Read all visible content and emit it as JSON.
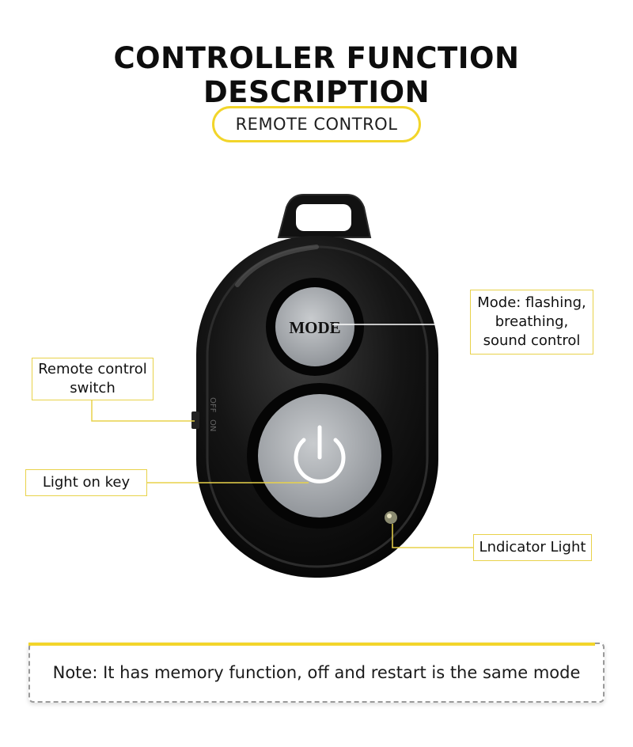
{
  "title": "CONTROLLER FUNCTION DESCRIPTION",
  "badge": "REMOTE CONTROL",
  "device": {
    "mode_button_label": "MODE",
    "switch_marks": [
      "OFF",
      "ON"
    ]
  },
  "callouts": {
    "mode": [
      "Mode: flashing,",
      "breathing,",
      "sound control"
    ],
    "switch": [
      "Remote control",
      "switch"
    ],
    "light_key": "Light on key",
    "indicator": "Lndicator Light"
  },
  "note": "Note: It has memory function, off and restart is the same mode",
  "colors": {
    "accent": "#f2d52a",
    "device_body": "#0c0c0c",
    "button_face": "#b4b8bc"
  }
}
